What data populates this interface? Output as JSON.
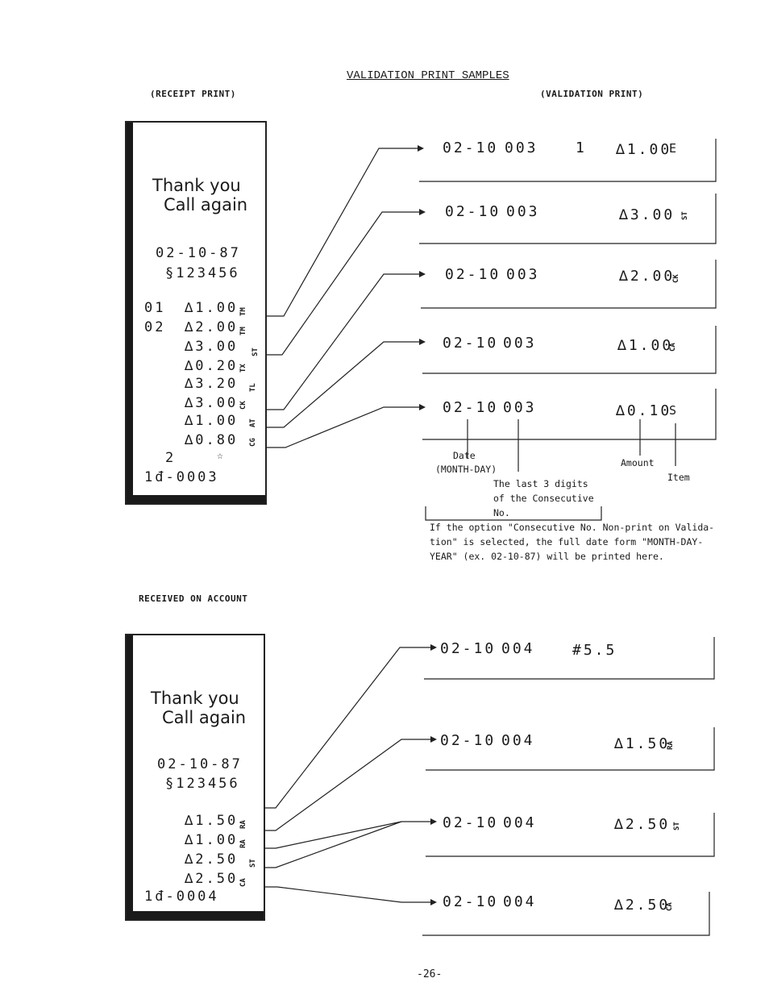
{
  "header": {
    "title": "VALIDATION PRINT SAMPLES",
    "receipt_label": "(RECEIPT PRINT)",
    "validation_label": "(VALIDATION PRINT)"
  },
  "receipt1": {
    "thank": "Thank you",
    "call": "Call again",
    "date": "02-10-87",
    "num": "§123456",
    "rows": [
      {
        "left": "01",
        "amount": "∆1.00",
        "tag": "TM"
      },
      {
        "left": "02",
        "amount": "∆2.00",
        "tag": "TM"
      },
      {
        "left": "",
        "amount": "∆3.00",
        "tag": "ST"
      },
      {
        "left": "",
        "amount": "∆0.20",
        "tag": "TX"
      },
      {
        "left": "",
        "amount": "∆3.20",
        "tag": "TL"
      },
      {
        "left": "",
        "amount": "∆3.00",
        "tag": "CK"
      },
      {
        "left": "",
        "amount": "∆1.00",
        "tag": "AT"
      },
      {
        "left": "",
        "amount": "∆0.80",
        "tag": "CG"
      }
    ],
    "count": "2",
    "count_mark": "☆",
    "footer": "1đ-0003"
  },
  "validation1": [
    {
      "date": "02-10",
      "seq": "003",
      "extra": "1",
      "amount": "∆1.00",
      "tag": "E"
    },
    {
      "date": "02-10",
      "seq": "003",
      "extra": "",
      "amount": "∆3.00",
      "tag": "ST"
    },
    {
      "date": "02-10",
      "seq": "003",
      "extra": "",
      "amount": "∆2.00",
      "tag": "CK"
    },
    {
      "date": "02-10",
      "seq": "003",
      "extra": "",
      "amount": "∆1.00",
      "tag": "CA"
    },
    {
      "date": "02-10",
      "seq": "003",
      "extra": "",
      "amount": "∆0.10",
      "tag": "S"
    }
  ],
  "annotations": {
    "date": "Date",
    "month_day": "(MONTH-DAY)",
    "last3": "The last 3 digits",
    "of_consec": "of the Consecutive",
    "no": "No.",
    "amount": "Amount",
    "item": "Item",
    "note_l1": "If the option \"Consecutive No. Non-print on Valida-",
    "note_l2": "tion\" is selected, the full date form \"MONTH-DAY-",
    "note_l3": "YEAR\" (ex. 02-10-87) will be printed here."
  },
  "roa_label": "RECEIVED ON ACCOUNT",
  "receipt2": {
    "thank": "Thank you",
    "call": "Call again",
    "date": "02-10-87",
    "num": "§123456",
    "rows": [
      {
        "amount": "∆1.50",
        "tag": "RA"
      },
      {
        "amount": "∆1.00",
        "tag": "RA"
      },
      {
        "amount": "∆2.50",
        "tag": "ST"
      },
      {
        "amount": "∆2.50",
        "tag": "CA"
      }
    ],
    "footer": "1đ-0004"
  },
  "validation2": [
    {
      "date": "02-10",
      "seq": "004",
      "amount": "#5.5",
      "tag": ""
    },
    {
      "date": "02-10",
      "seq": "004",
      "amount": "∆1.50",
      "tag": "RA"
    },
    {
      "date": "02-10",
      "seq": "004",
      "amount": "∆2.50",
      "tag": "ST"
    },
    {
      "date": "02-10",
      "seq": "004",
      "amount": "∆2.50",
      "tag": "CA"
    }
  ],
  "page_number": "-26-"
}
